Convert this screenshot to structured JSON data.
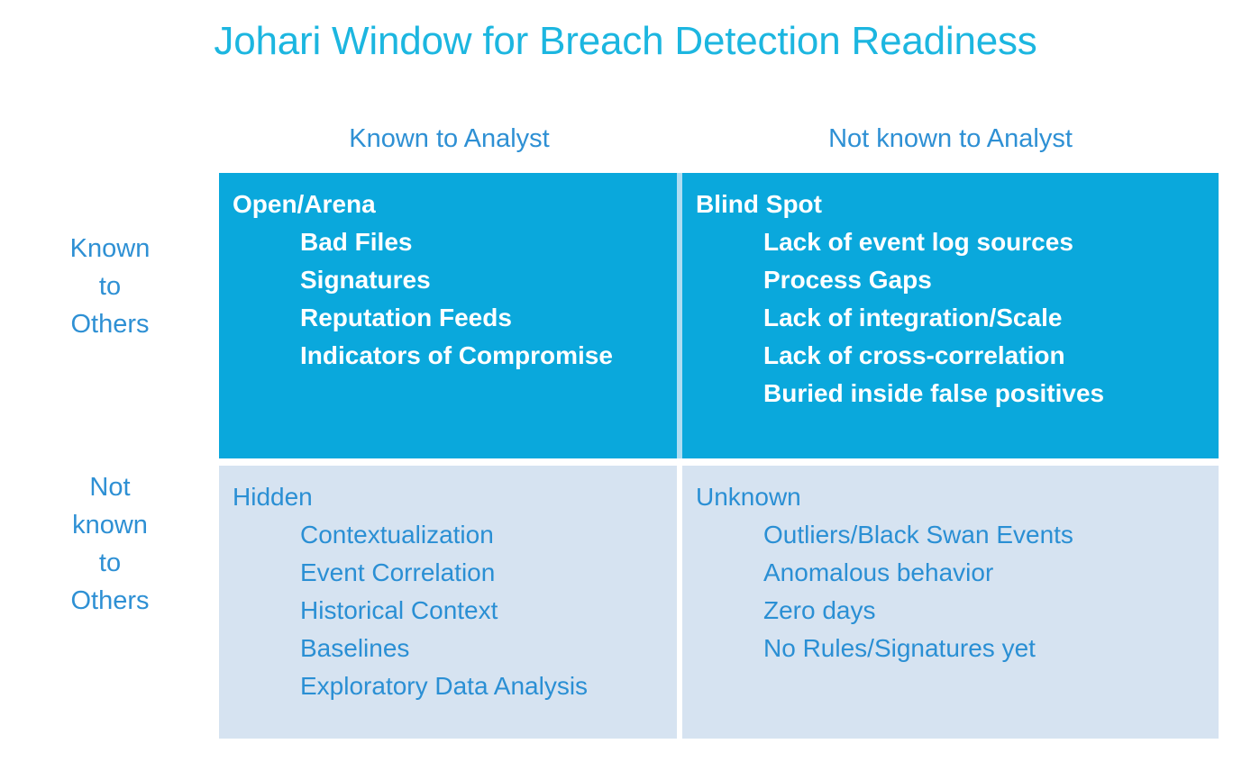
{
  "title": "Johari Window for Breach Detection Readiness",
  "colors": {
    "title": "#1CB6E0",
    "label_blue": "#2E90D4",
    "known_fill": "#0AA8DC",
    "known_text": "#FFFFFF",
    "notknown_fill": "#D6E3F1",
    "notknown_text": "#2A8FD4"
  },
  "columns": {
    "left_header": "Known to Analyst",
    "right_header": "Not known to Analyst"
  },
  "rows": {
    "top_label_lines": [
      "Known",
      "to",
      "Others"
    ],
    "bottom_label_lines": [
      "Not",
      "known",
      "to",
      "Others"
    ]
  },
  "quadrants": {
    "open": {
      "heading": "Open/Arena",
      "items": [
        "Bad Files",
        "Signatures",
        "Reputation Feeds",
        "Indicators of Compromise"
      ]
    },
    "blind": {
      "heading": "Blind Spot",
      "items": [
        "Lack of event log sources",
        "Process Gaps",
        "Lack of integration/Scale",
        "Lack of cross-correlation",
        "Buried inside false positives"
      ]
    },
    "hidden": {
      "heading": "Hidden",
      "items": [
        "Contextualization",
        "Event Correlation",
        "Historical Context",
        "Baselines",
        "Exploratory Data Analysis"
      ]
    },
    "unknown": {
      "heading": "Unknown",
      "items": [
        "Outliers/Black Swan Events",
        "Anomalous behavior",
        "Zero days",
        "No Rules/Signatures yet"
      ]
    }
  }
}
